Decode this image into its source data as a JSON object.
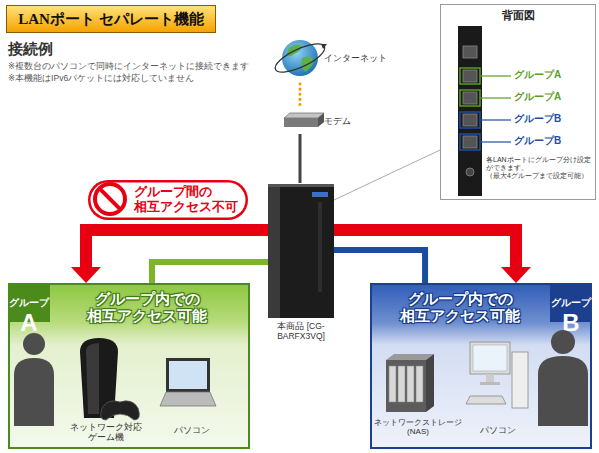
{
  "diagram": {
    "title": "LANポート セパレート機能",
    "nodes": [
      {
        "text": [
          "インターネット"
        ]
      },
      {
        "text": [
          "モデム"
        ]
      },
      {
        "text": [
          "背面図",
          "各LANポートにグループ分け設定 ができます。 （最大4グループまで設定可能）"
        ]
      },
      {
        "text": [
          "本商品 [CG-BARFX3VQ]"
        ]
      },
      {
        "text": [
          "グループ間の 相互アクセス不可"
        ]
      },
      {
        "text": [
          "グループ A",
          "グループ内での 相互アクセス可能"
        ]
      },
      {
        "text": [
          "子供"
        ],
        "in": 5
      },
      {
        "text": [
          "ネットワーク対応 ゲーム機"
        ],
        "in": 5
      },
      {
        "text": [
          "パソコン"
        ],
        "in": 5
      },
      {
        "text": [
          "グループ内での 相互アクセス可能",
          "グループ B"
        ]
      },
      {
        "text": [
          "ネットワークストレージ (NAS)"
        ],
        "in": 9
      },
      {
        "text": [
          "パソコン"
        ],
        "in": 9
      },
      {
        "text": [
          "親"
        ],
        "in": 9
      }
    ],
    "edges": [
      {
        "from": 0,
        "to": 1,
        "arrow": "none"
      },
      {
        "from": 1,
        "to": 3,
        "arrow": "none"
      },
      {
        "from": 2,
        "to": 3,
        "arrow": "none"
      },
      {
        "from": 3,
        "to": 5,
        "arrow": "none"
      },
      {
        "from": 3,
        "to": 9,
        "arrow": "none"
      },
      {
        "from": 5,
        "to": 9,
        "arrow": "both"
      }
    ],
    "labels": [
      "接続例",
      "※複数台のパソコンで同時にインターネットに接続できます",
      "※本機能はIPv6パケットには対応していません",
      "グループA",
      "グループA",
      "グループB",
      "グループB"
    ]
  }
}
